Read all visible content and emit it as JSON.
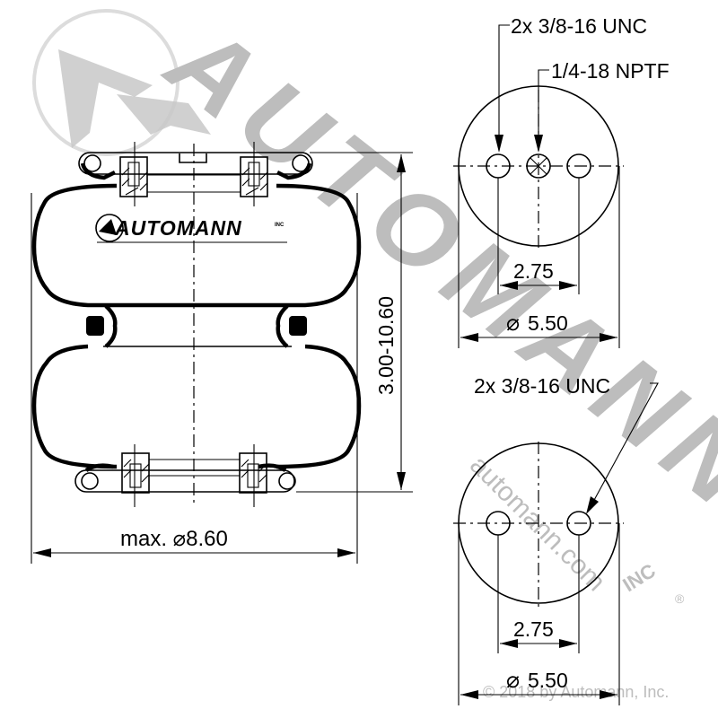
{
  "drawing": {
    "subject": "Double convoluted air spring",
    "brand_logo_text": "AUTOMANN",
    "brand_logo_suffix": "INC",
    "colors": {
      "line": "#000000",
      "watermark": "#c8c8c8",
      "background": "#ffffff"
    }
  },
  "side_view": {
    "max_diameter_label": "max. ⌀8.60",
    "max_diameter_prefix": "max.",
    "max_diameter_value": "8.60",
    "height_range_label": "3.00-10.60"
  },
  "top_plate": {
    "callout_studs": "2x 3/8-16 UNC",
    "callout_port": "1/4-18 NPTF",
    "bolt_spacing": "2.75",
    "plate_diameter": "5.50",
    "diameter_symbol": "⌀"
  },
  "bottom_plate": {
    "callout_studs": "2x 3/8-16 UNC",
    "bolt_spacing": "2.75",
    "plate_diameter": "5.50",
    "diameter_symbol": "⌀"
  },
  "watermark": {
    "big_text": "AUTOMANN",
    "url_text": "automann.com",
    "copyright": "© 2018 by Automann, Inc.",
    "suffix": "INC",
    "registered": "®"
  }
}
